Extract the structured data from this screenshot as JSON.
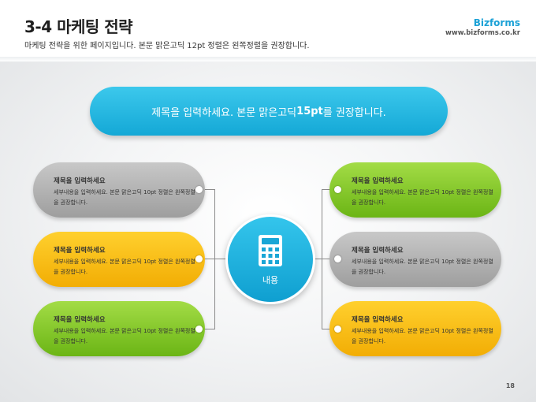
{
  "header": {
    "title": "3-4 마케팅 전략",
    "subtitle": "마케팅 전략을 위한 페이지입니다. 본문 맑은고딕 12pt 정렬은 왼쪽정렬을 권장합니다.",
    "brand_name": "Bizforms",
    "brand_url": "www.bizforms.co.kr"
  },
  "banner": {
    "text_prefix": "제목을 입력하세요. 본문 맑은고딕 ",
    "text_bold": "15pt",
    "text_suffix": "를 권장합니다."
  },
  "hub": {
    "label": "내용",
    "icon": "calculator-icon"
  },
  "cards": [
    {
      "title": "제목을 입력하세요",
      "body": "세부내용을 입력하세요. 본문 맑은고딕 10pt 정렬은 왼쪽정렬을 권장합니다.",
      "color": "#a8a8a8"
    },
    {
      "title": "제목을 입력하세요",
      "body": "세부내용을 입력하세요. 본문 맑은고딕 10pt 정렬은 왼쪽정렬을 권장합니다.",
      "color": "#f7be14"
    },
    {
      "title": "제목을 입력하세요",
      "body": "세부내용을 입력하세요. 본문 맑은고딕 10pt 정렬은 왼쪽정렬을 권장합니다.",
      "color": "#80c526"
    },
    {
      "title": "제목을 입력하세요",
      "body": "세부내용을 입력하세요. 본문 맑은고딕 10pt 정렬은 왼쪽정렬을 권장합니다.",
      "color": "#80c526"
    },
    {
      "title": "제목을 입력하세요",
      "body": "세부내용을 입력하세요. 본문 맑은고딕 10pt 정렬은 왼쪽정렬을 권장합니다.",
      "color": "#a8a8a8"
    },
    {
      "title": "제목을 입력하세요",
      "body": "세부내용을 입력하세요. 본문 맑은고딕 10pt 정렬은 왼쪽정렬을 권장합니다.",
      "color": "#f7be14"
    }
  ],
  "page_number": "18"
}
